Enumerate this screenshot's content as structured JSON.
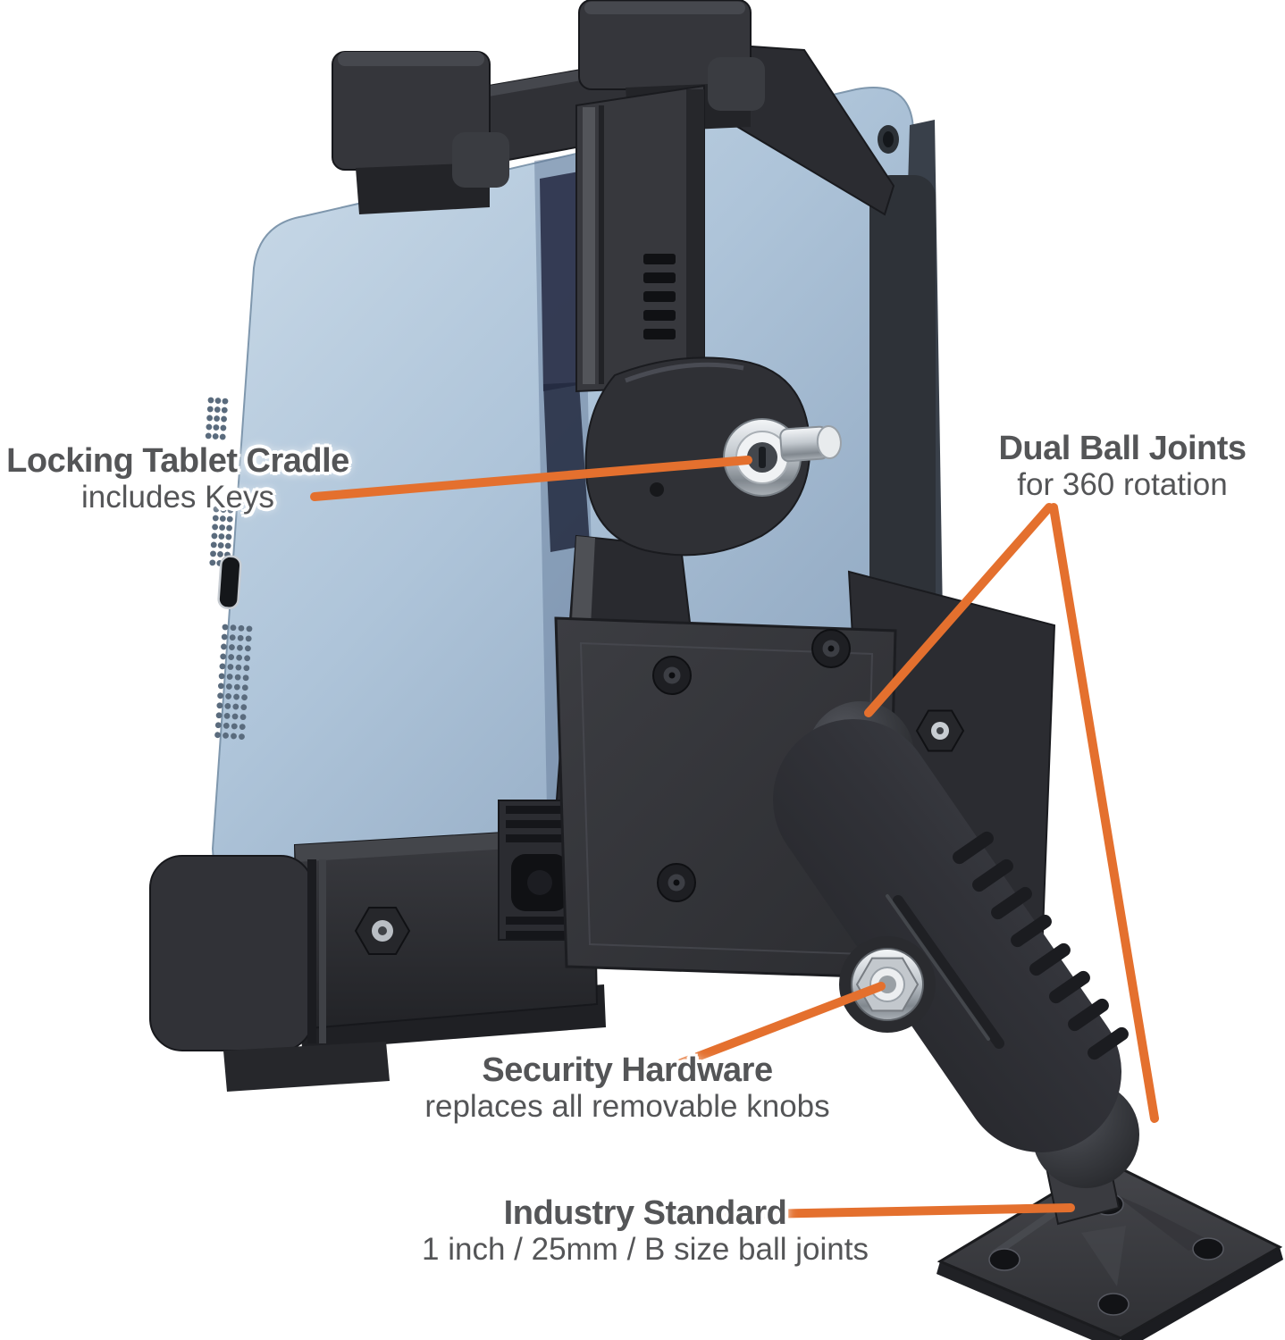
{
  "figure": {
    "type": "annotated-product-photo",
    "subject": "locking tablet cradle with dual ball joint drill-base mount holding a blue tablet",
    "background": "#FFFFFF"
  },
  "callouts": {
    "locking": {
      "title": "Locking Tablet Cradle",
      "subtitle": "includes Keys"
    },
    "dual": {
      "title": "Dual Ball Joints",
      "subtitle": "for 360 rotation"
    },
    "security": {
      "title": "Security Hardware",
      "subtitle": "replaces all removable knobs"
    },
    "industry": {
      "title": "Industry Standard",
      "subtitle": "1 inch / 25mm / B size ball joints"
    }
  },
  "colors": {
    "callout_line": "#E4702E",
    "label_text": "#545557",
    "tablet_blue_light": "#C6D7E6",
    "tablet_blue_dark": "#8BA3BD",
    "plastic_dark": "#2B2C30",
    "plastic_mid": "#3A3C41",
    "chrome_light": "#F0F2F4",
    "chrome_dark": "#8A9198",
    "background": "#FFFFFF"
  }
}
